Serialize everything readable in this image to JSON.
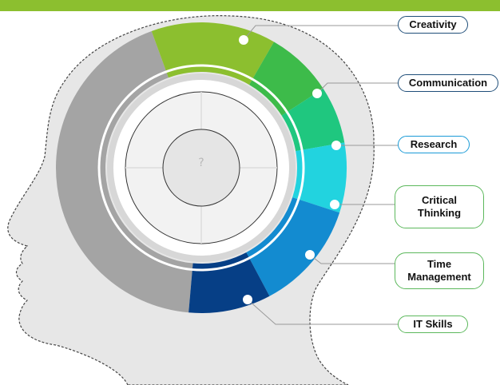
{
  "colors": {
    "top_bar": "#8cbf2f",
    "head_fill": "#e7e7e7",
    "head_outline": "#444444",
    "remaining_arc": "#a4a4a4",
    "center_disc": "#f2f2f2",
    "center_outline": "#333333",
    "connector": "#9a9a9a"
  },
  "center_icon": "?",
  "skills": [
    {
      "label": "Creativity",
      "color": "#8cbf2f",
      "border": "#1f4e79"
    },
    {
      "label": "Communication",
      "color": "#3dbb4a",
      "border": "#1f4e79"
    },
    {
      "label": "Research",
      "color": "#1fc77f",
      "border": "#1a9bd7"
    },
    {
      "label": "Critical Thinking",
      "color": "#22d3df",
      "border": "#5cb85c"
    },
    {
      "label": "Time Management",
      "color": "#138bd0",
      "border": "#5cb85c"
    },
    {
      "label": "IT Skills",
      "color": "#063f86",
      "border": "#5cb85c"
    }
  ]
}
